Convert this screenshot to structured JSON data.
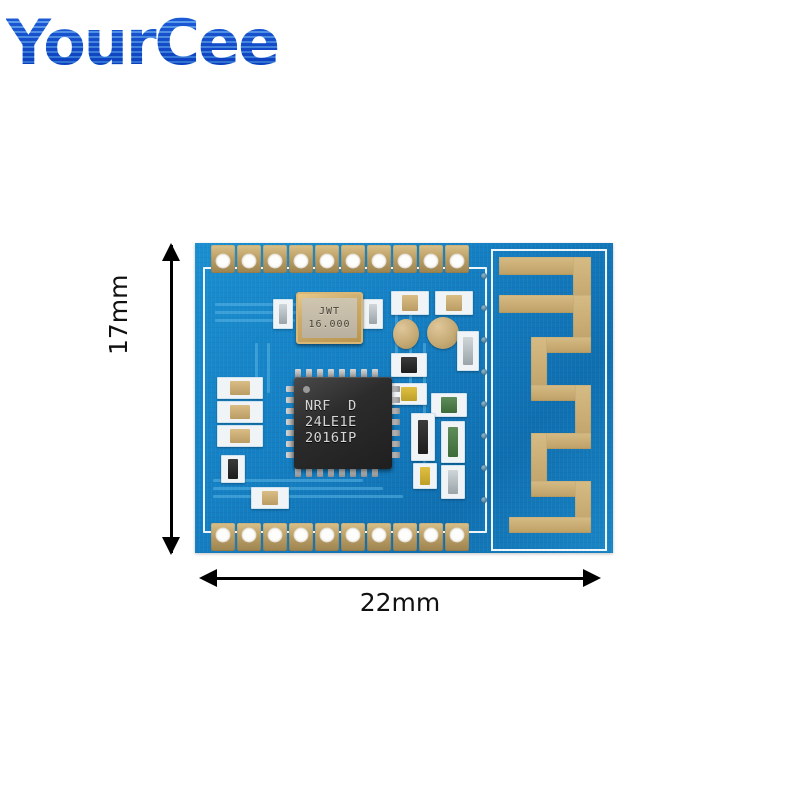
{
  "brand": {
    "name": "YourCee",
    "logo_color": "#2f7fe8",
    "logo_stripe_color": "#ffffff"
  },
  "product": {
    "type": "pcb-module",
    "description": "nRF24LE1 2.4GHz wireless transceiver module with PCB antenna",
    "board_color": "#1580c4",
    "pad_color": "#bda066",
    "silkscreen_color": "#ffffff"
  },
  "dimensions": {
    "width_label": "22mm",
    "height_label": "17mm"
  },
  "components": {
    "main_ic": {
      "name": "main-ic",
      "package": "QFN32",
      "marking_lines": [
        "NRF  D",
        "24LE1E",
        "2016IP"
      ],
      "marking_text": "NRF  D\n24LE1E\n2016IP",
      "body_color": "#2c2c2c",
      "pins_per_side": 8
    },
    "crystal": {
      "name": "crystal-oscillator",
      "line1": "JWT",
      "line2": "16.000",
      "body_color": "#cfae6e"
    },
    "pad_row_top_count": 10,
    "pad_row_bottom_count": 10,
    "antenna": {
      "name": "pcb-meander-antenna",
      "trace_color": "#bda066"
    }
  }
}
